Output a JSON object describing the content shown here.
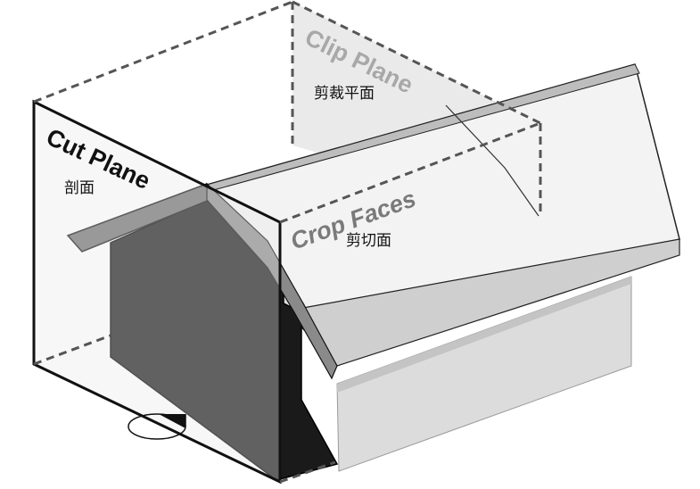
{
  "labels": {
    "clip_plane": "Clip Plane",
    "clip_plane_zh": "剪裁平面",
    "cut_plane": "Cut Plane",
    "cut_plane_zh": "剖面",
    "crop_faces": "Crop Faces",
    "crop_faces_zh": "剪切面"
  },
  "colors": {
    "section_fill": "#1a1a1a",
    "wall_light": "#dcdcdc",
    "roof_light": "#f3f3f3",
    "roof_shade": "#cfcfcf",
    "clip_plane_tint": "#d9d9d9",
    "cut_plane_tint": "#e8e8e8",
    "dashed_edge": "#555555",
    "clip_label_gray": "#a8a8a8",
    "crop_label_gray": "#7a7a7a",
    "outline": "#111111"
  }
}
